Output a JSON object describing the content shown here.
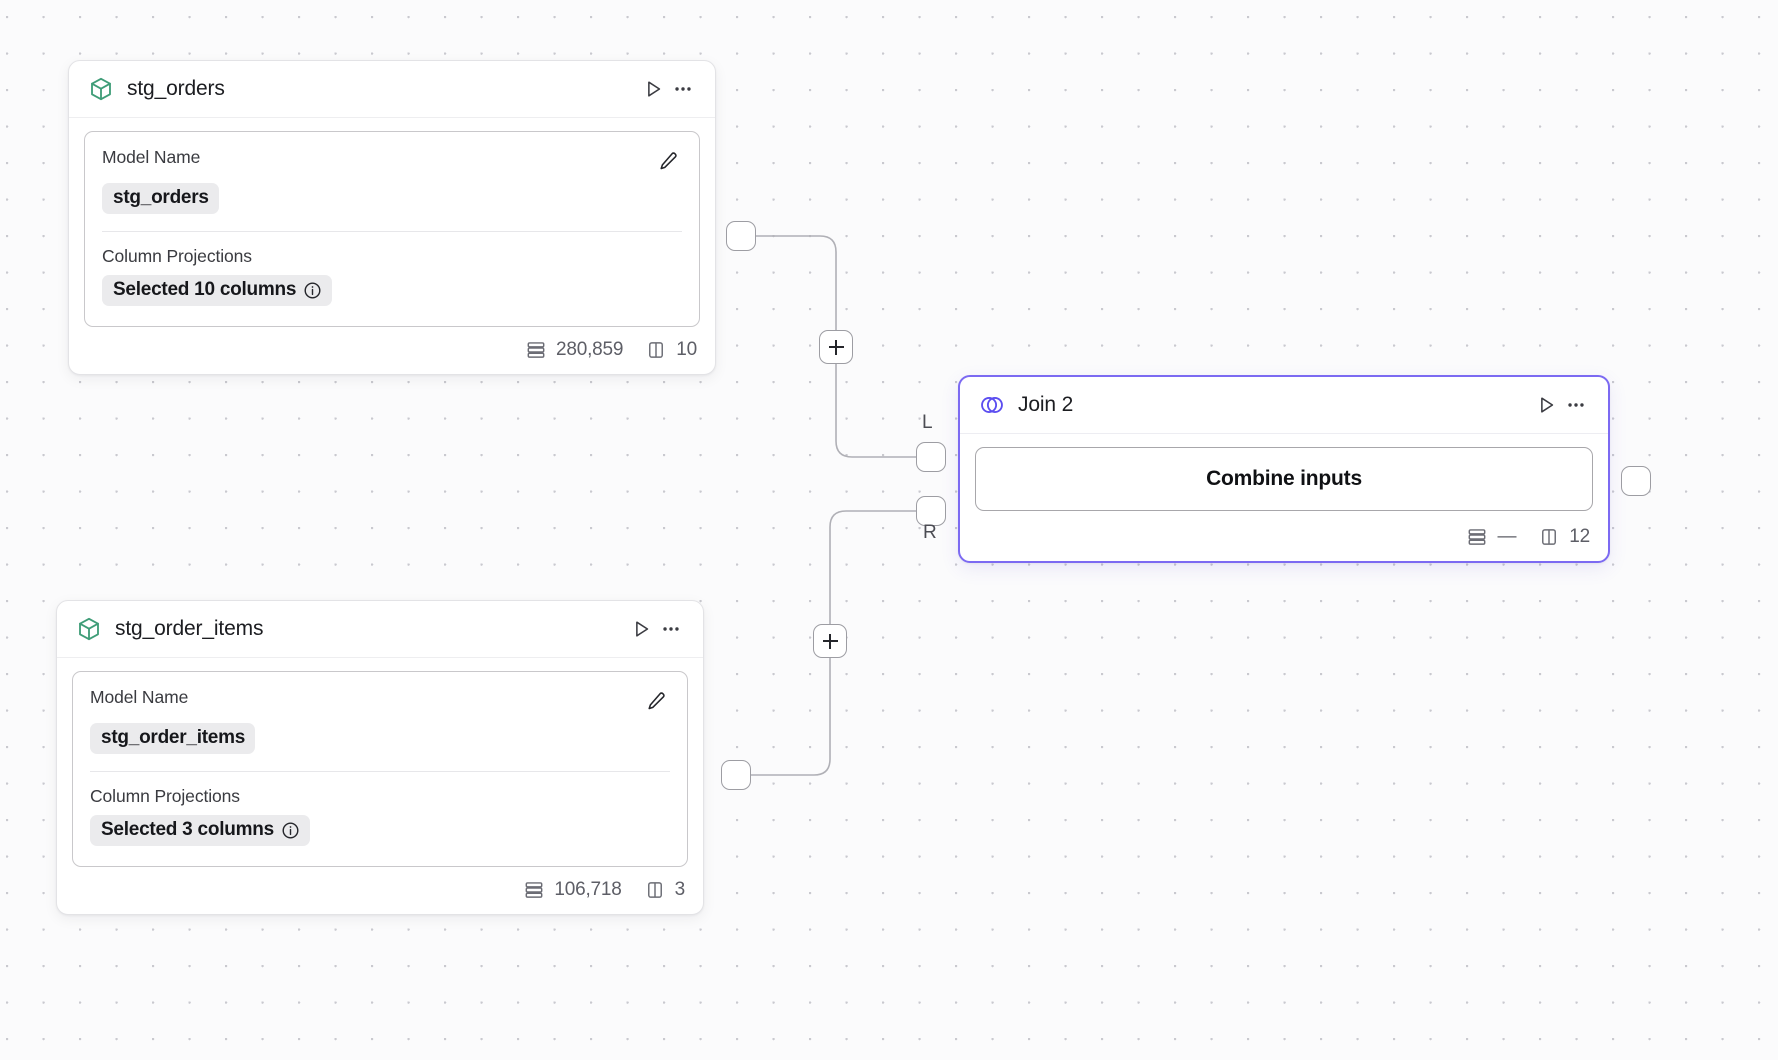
{
  "canvas": {
    "background_color": "#fbfbfc",
    "grid_dot_color": "#c9c9cf",
    "accent_color": "#7c6af2"
  },
  "nodes": [
    {
      "id": "stg_orders",
      "type": "model",
      "icon": "cube-icon",
      "icon_color": "#3f9d78",
      "title": "stg_orders",
      "selected": false,
      "fields": [
        {
          "label": "Model Name",
          "value": "stg_orders",
          "has_info": false
        },
        {
          "label": "Column Projections",
          "value": "Selected 10 columns",
          "has_info": true
        }
      ],
      "footer": {
        "rows": "280,859",
        "columns": "10"
      },
      "actions": {
        "run": "run-icon",
        "more": "more-icon",
        "edit": "pencil-icon"
      }
    },
    {
      "id": "stg_order_items",
      "type": "model",
      "icon": "cube-icon",
      "icon_color": "#3f9d78",
      "title": "stg_order_items",
      "selected": false,
      "fields": [
        {
          "label": "Model Name",
          "value": "stg_order_items",
          "has_info": false
        },
        {
          "label": "Column Projections",
          "value": "Selected 3 columns",
          "has_info": true
        }
      ],
      "footer": {
        "rows": "106,718",
        "columns": "3"
      },
      "actions": {
        "run": "run-icon",
        "more": "more-icon",
        "edit": "pencil-icon"
      }
    },
    {
      "id": "join_2",
      "type": "join",
      "icon": "venn-icon",
      "icon_color": "#5b4df0",
      "title": "Join 2",
      "selected": true,
      "primary_button": "Combine inputs",
      "input_ports": [
        {
          "id": "left",
          "label": "L"
        },
        {
          "id": "right",
          "label": "R"
        }
      ],
      "footer": {
        "rows": "—",
        "columns": "12"
      },
      "actions": {
        "run": "run-icon",
        "more": "more-icon"
      }
    }
  ],
  "edges": [
    {
      "from": "stg_orders",
      "to": "join_2",
      "to_port": "L",
      "has_add_handle": true,
      "add_handle_label": "+"
    },
    {
      "from": "stg_order_items",
      "to": "join_2",
      "to_port": "R",
      "has_add_handle": true,
      "add_handle_label": "+"
    }
  ]
}
